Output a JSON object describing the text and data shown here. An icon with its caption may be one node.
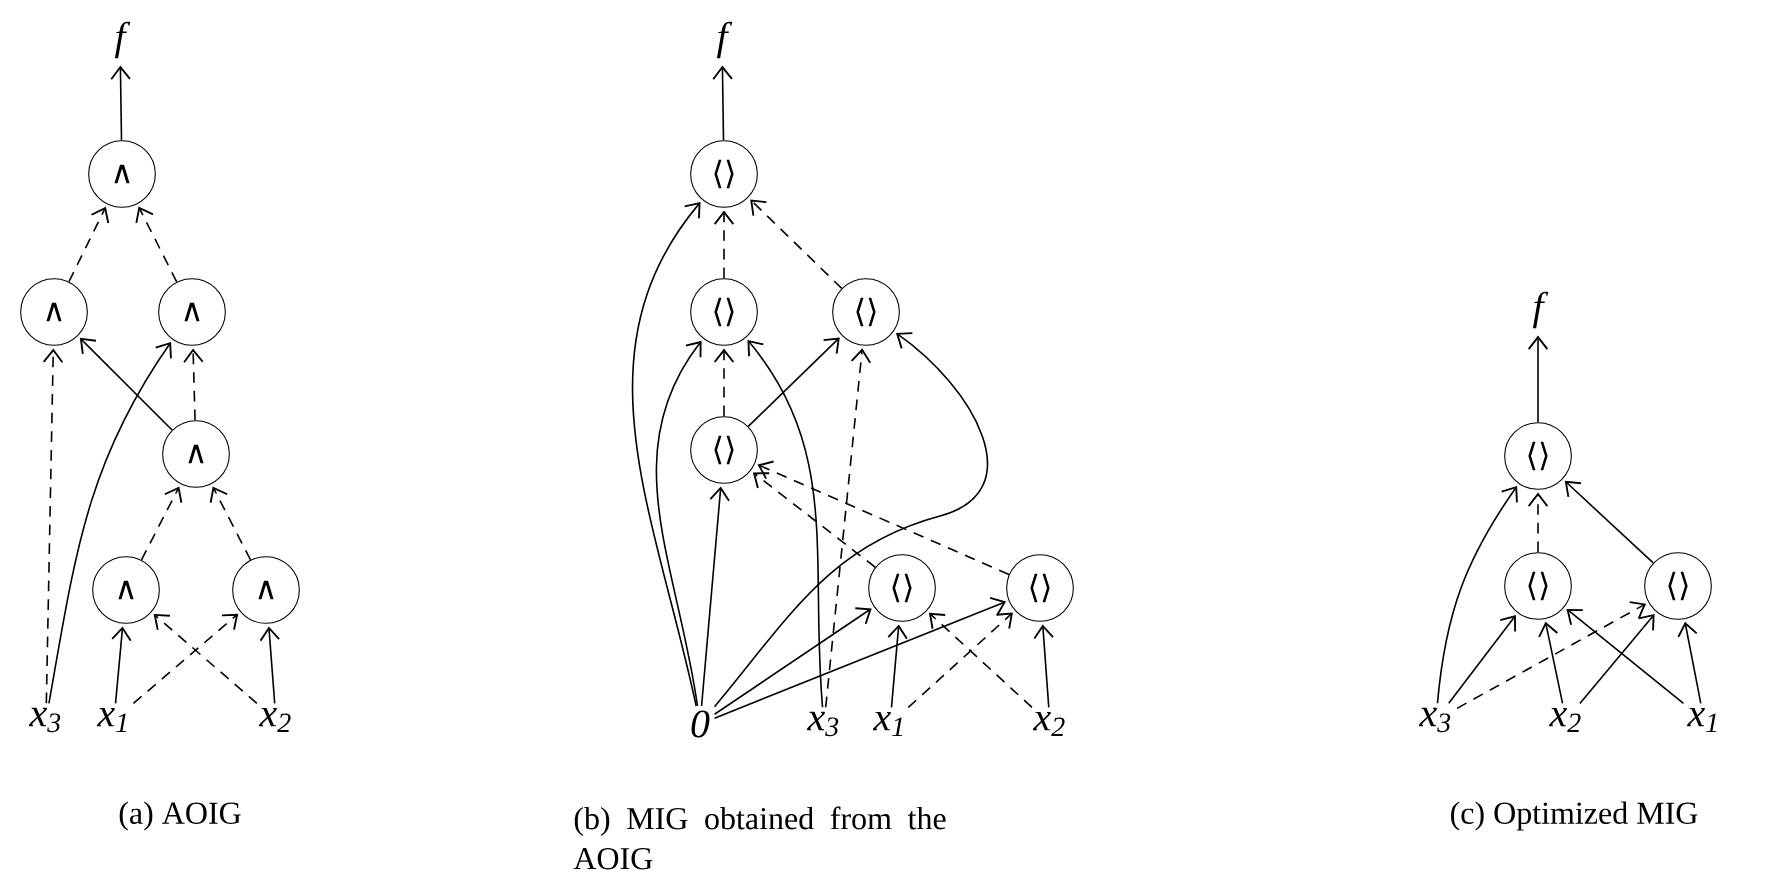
{
  "diagram": {
    "nodes": [
      {
        "text": [
          "f"
        ]
      },
      {
        "text": [
          "∧"
        ]
      },
      {
        "text": [
          "∧"
        ]
      },
      {
        "text": [
          "∧"
        ]
      },
      {
        "text": [
          "∧"
        ]
      },
      {
        "text": [
          "∧"
        ]
      },
      {
        "text": [
          "∧"
        ]
      },
      {
        "text": [
          "x$_{3}$"
        ]
      },
      {
        "text": [
          "x$_{1}$"
        ]
      },
      {
        "text": [
          "x$_{2}$"
        ]
      },
      {
        "text": [
          "f"
        ]
      },
      {
        "text": [
          "⟨⟩"
        ]
      },
      {
        "text": [
          "⟨⟩"
        ]
      },
      {
        "text": [
          "⟨⟩"
        ]
      },
      {
        "text": [
          "⟨⟩"
        ]
      },
      {
        "text": [
          "⟨⟩"
        ]
      },
      {
        "text": [
          "⟨⟩"
        ]
      },
      {
        "text": [
          "0"
        ]
      },
      {
        "text": [
          "x$_{3}$"
        ]
      },
      {
        "text": [
          "x$_{1}$"
        ]
      },
      {
        "text": [
          "x$_{2}$"
        ]
      },
      {
        "text": [
          "f"
        ]
      },
      {
        "text": [
          "⟨⟩"
        ]
      },
      {
        "text": [
          "⟨⟩"
        ]
      },
      {
        "text": [
          "⟨⟩"
        ]
      },
      {
        "text": [
          "x$_{3}$"
        ]
      },
      {
        "text": [
          "x$_{2}$"
        ]
      },
      {
        "text": [
          "x$_{1}$"
        ]
      }
    ],
    "edges": [
      {
        "from": 1,
        "to": 0,
        "arrow": "to"
      },
      {
        "from": 2,
        "to": 1,
        "arrow": "to",
        "style": "dashed"
      },
      {
        "from": 3,
        "to": 1,
        "arrow": "to",
        "style": "dashed"
      },
      {
        "from": 7,
        "to": 2,
        "arrow": "to",
        "style": "dashed"
      },
      {
        "from": 7,
        "to": 3,
        "arrow": "to"
      },
      {
        "from": 4,
        "to": 2,
        "arrow": "to"
      },
      {
        "from": 4,
        "to": 3,
        "arrow": "to",
        "style": "dashed"
      },
      {
        "from": 5,
        "to": 4,
        "arrow": "to",
        "style": "dashed"
      },
      {
        "from": 6,
        "to": 4,
        "arrow": "to",
        "style": "dashed"
      },
      {
        "from": 8,
        "to": 5,
        "arrow": "to"
      },
      {
        "from": 9,
        "to": 5,
        "arrow": "to",
        "style": "dashed"
      },
      {
        "from": 8,
        "to": 6,
        "arrow": "to",
        "style": "dashed"
      },
      {
        "from": 9,
        "to": 6,
        "arrow": "to"
      },
      {
        "from": 11,
        "to": 10,
        "arrow": "to"
      },
      {
        "from": 12,
        "to": 11,
        "arrow": "to",
        "style": "dashed"
      },
      {
        "from": 13,
        "to": 11,
        "arrow": "to",
        "style": "dashed"
      },
      {
        "from": 17,
        "to": 11,
        "arrow": "to"
      },
      {
        "from": 17,
        "to": 12,
        "arrow": "to"
      },
      {
        "from": 18,
        "to": 12,
        "arrow": "to"
      },
      {
        "from": 14,
        "to": 12,
        "arrow": "to",
        "style": "dashed"
      },
      {
        "from": 14,
        "to": 13,
        "arrow": "to"
      },
      {
        "from": 18,
        "to": 13,
        "arrow": "to",
        "style": "dashed"
      },
      {
        "from": 17,
        "to": 13,
        "arrow": "to"
      },
      {
        "from": 17,
        "to": 14,
        "arrow": "to"
      },
      {
        "from": 15,
        "to": 14,
        "arrow": "to",
        "style": "dashed"
      },
      {
        "from": 16,
        "to": 14,
        "arrow": "to",
        "style": "dashed"
      },
      {
        "from": 17,
        "to": 15,
        "arrow": "to"
      },
      {
        "from": 17,
        "to": 16,
        "arrow": "to"
      },
      {
        "from": 19,
        "to": 15,
        "arrow": "to"
      },
      {
        "from": 20,
        "to": 15,
        "arrow": "to",
        "style": "dashed"
      },
      {
        "from": 19,
        "to": 16,
        "arrow": "to",
        "style": "dashed"
      },
      {
        "from": 20,
        "to": 16,
        "arrow": "to"
      },
      {
        "from": 22,
        "to": 21,
        "arrow": "to"
      },
      {
        "from": 23,
        "to": 22,
        "arrow": "to",
        "style": "dashed"
      },
      {
        "from": 25,
        "to": 22,
        "arrow": "to"
      },
      {
        "from": 24,
        "to": 22,
        "arrow": "to"
      },
      {
        "from": 25,
        "to": 23,
        "arrow": "to"
      },
      {
        "from": 26,
        "to": 23,
        "arrow": "to"
      },
      {
        "from": 27,
        "to": 23,
        "arrow": "to"
      },
      {
        "from": 25,
        "to": 24,
        "arrow": "to",
        "style": "dashed"
      },
      {
        "from": 26,
        "to": 24,
        "arrow": "to"
      },
      {
        "from": 27,
        "to": 24,
        "arrow": "to"
      }
    ],
    "labels": [
      "(a) AOIG",
      "(b) MIG obtained from the AOIG",
      "(c) Optimized MIG"
    ]
  }
}
